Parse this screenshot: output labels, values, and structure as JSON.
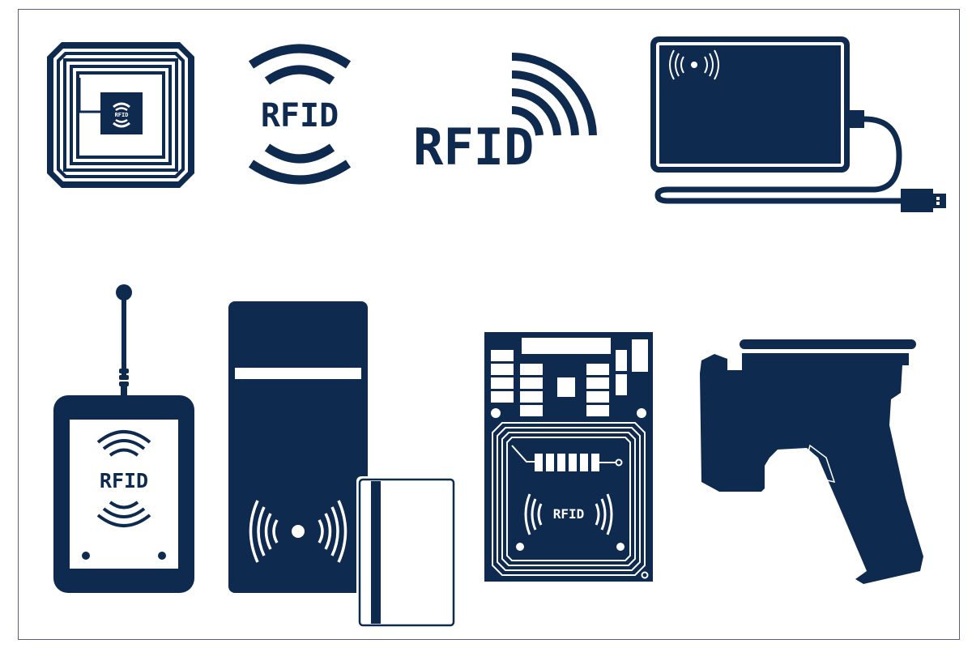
{
  "colors": {
    "primary": "#0f2a4f",
    "background": "#ffffff",
    "frame_border": "#5a5f7a"
  },
  "icons": [
    {
      "id": "rfid-tag",
      "label": "RFID tag with coil antenna and chip",
      "chip_text": "RFID"
    },
    {
      "id": "rfid-badge-logo",
      "label": "RFID logo with signal arcs above and below",
      "text": "RFID"
    },
    {
      "id": "rfid-wave-logo",
      "label": "RFID logo with radiating signal waves",
      "text": "RFID"
    },
    {
      "id": "usb-desktop-reader",
      "label": "USB desktop RFID reader with cable"
    },
    {
      "id": "antenna-reader",
      "label": "RFID reader with external antenna",
      "text": "RFID"
    },
    {
      "id": "access-control-reader",
      "label": "Wall access control reader with key card"
    },
    {
      "id": "rfid-module-board",
      "label": "RFID reader module PCB",
      "text": "RFID"
    },
    {
      "id": "handheld-scanner",
      "label": "Handheld RFID gun scanner"
    }
  ]
}
